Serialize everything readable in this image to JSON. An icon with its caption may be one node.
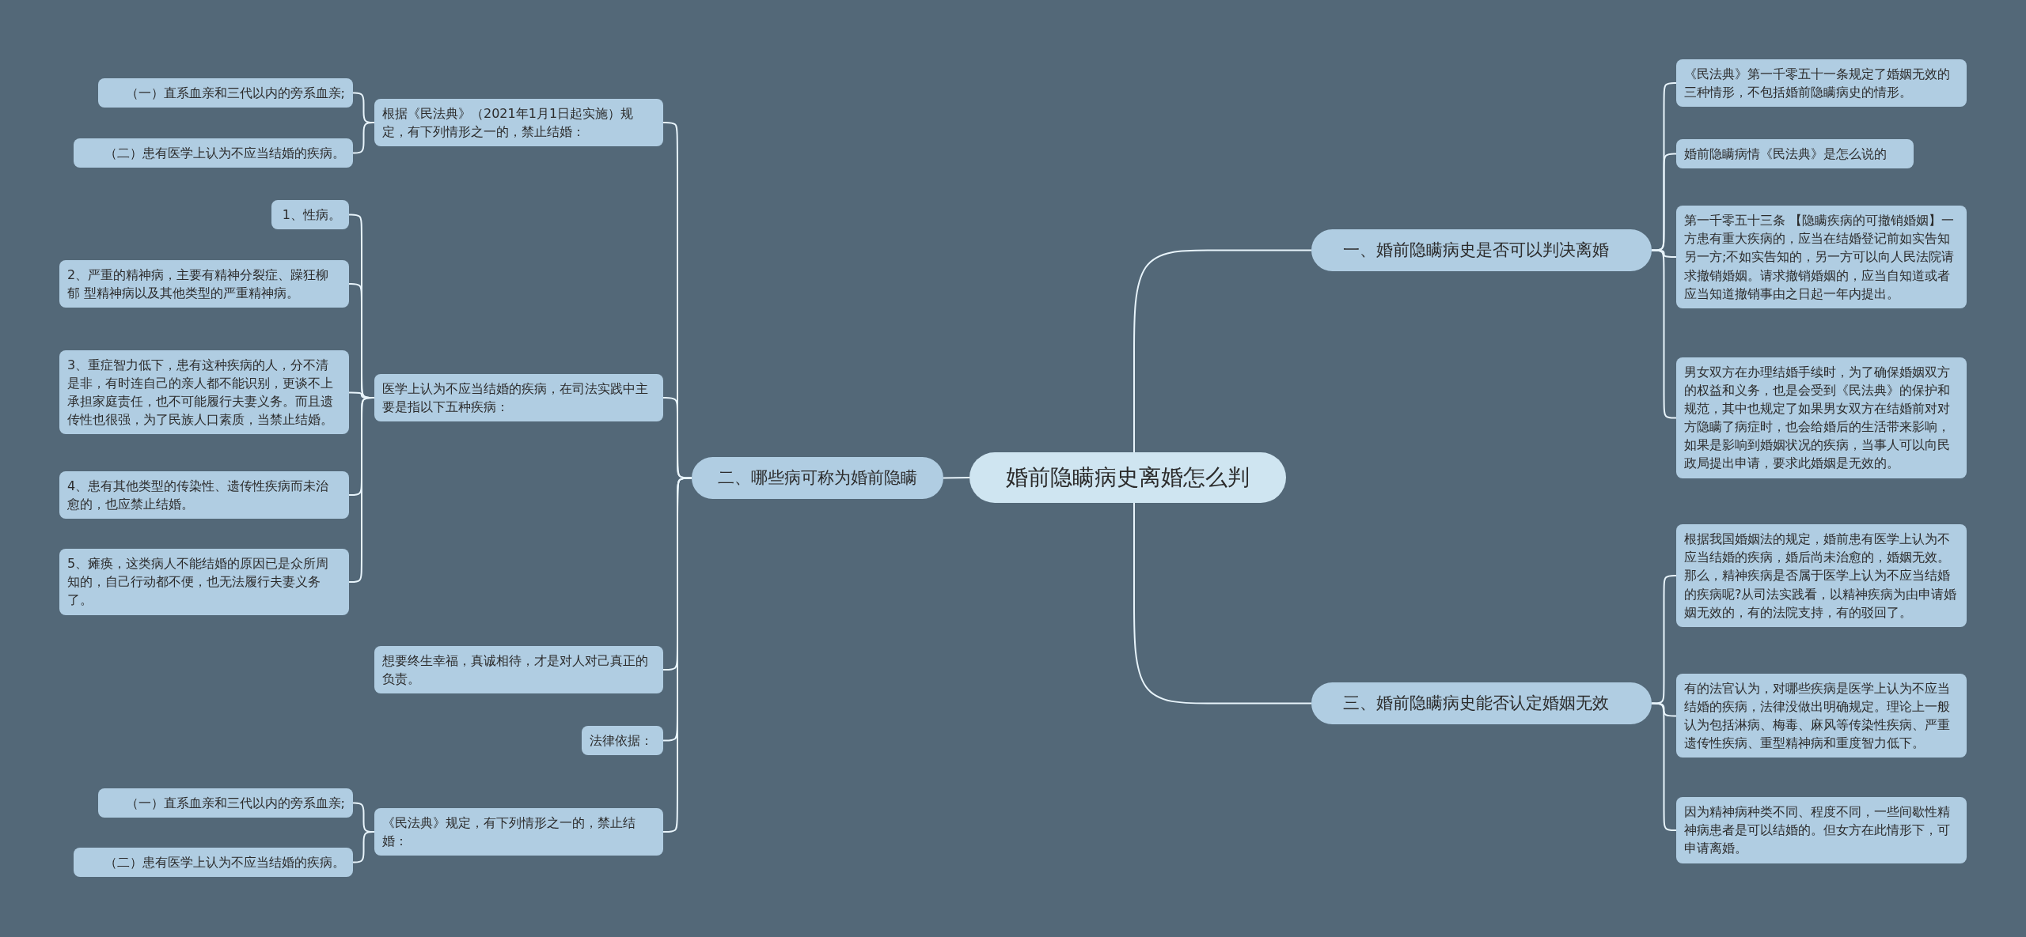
{
  "diagram": {
    "nodes": [
      {
        "text": [
          "婚前隐瞒病史离婚怎么判"
        ]
      },
      {
        "text": [
          "一、婚前隐瞒病史是否可以判决离婚"
        ]
      },
      {
        "text": [
          "《民法典》第一千零五十一条规定了婚姻无效的三种情形，不包括婚前隐瞒病史的情形。"
        ]
      },
      {
        "text": [
          "婚前隐瞒病情《民法典》是怎么说的"
        ]
      },
      {
        "text": [
          "第一千零五十三条 【隐瞒疾病的可撤销婚姻】一方患有重大疾病的，应当在结婚登记前如实告知另一方;不如实告知的，另一方可以向人民法院请求撤销婚姻。请求撤销婚姻的，应当自知道或者应当知道撤销事由之日起一年内提出。"
        ]
      },
      {
        "text": [
          "男女双方在办理结婚手续时，为了确保婚姻双方的权益和义务，也是会受到《民法典》的保护和规范，其中也规定了如果男女双方在结婚前对对方隐瞒了病症时，也会给婚后的生活带来影响，如果是影响到婚姻状况的疾病，当事人可以向民政局提出申请，要求此婚姻是无效的。"
        ]
      },
      {
        "text": [
          "三、婚前隐瞒病史能否认定婚姻无效"
        ]
      },
      {
        "text": [
          "根据我国婚姻法的规定，婚前患有医学上认为不应当结婚的疾病，婚后尚未治愈的，婚姻无效。那么，精神疾病是否属于医学上认为不应当结婚的疾病呢?从司法实践看，以精神疾病为由申请婚姻无效的，有的法院支持，有的驳回了。"
        ]
      },
      {
        "text": [
          "有的法官认为，对哪些疾病是医学上认为不应当结婚的疾病，法律没做出明确规定。理论上一般认为包括淋病、梅毒、麻风等传染性疾病、严重遗传性疾病、重型精神病和重度智力低下。"
        ]
      },
      {
        "text": [
          "因为精神病种类不同、程度不同，一些间歇性精神病患者是可以结婚的。但女方在此情形下，可申请离婚。"
        ]
      },
      {
        "text": [
          "二、哪些病可称为婚前隐瞒"
        ]
      },
      {
        "text": [
          "根据《民法典》（2021年1月1日起实施）规定，有下列情形之一的，禁止结婚："
        ]
      },
      {
        "text": [
          "（一）直系血亲和三代以内的旁系血亲;"
        ]
      },
      {
        "text": [
          "（二）患有医学上认为不应当结婚的疾病。"
        ]
      },
      {
        "text": [
          "医学上认为不应当结婚的疾病，在司法实践中主要是指以下五种疾病："
        ]
      },
      {
        "text": [
          "1、性病。"
        ]
      },
      {
        "text": [
          "2、严重的精神病，主要有精神分裂症、躁狂柳郁 型精神病以及其他类型的严重精神病。"
        ]
      },
      {
        "text": [
          "3、重症智力低下，患有这种疾病的人，分不清是非，有时连自己的亲人都不能识别，更谈不上承担家庭责任，也不可能履行夫妻义务。而且遗传性也很强，为了民族人口素质，当禁止结婚。"
        ]
      },
      {
        "text": [
          "4、患有其他类型的传染性、遗传性疾病而未治愈的，也应禁止结婚。"
        ]
      },
      {
        "text": [
          "5、瘫痪，这类病人不能结婚的原因已是众所周知的，自己行动都不便，也无法履行夫妻义务了。"
        ]
      },
      {
        "text": [
          "想要终生幸福，真诚相待，才是对人对己真正的负责。"
        ]
      },
      {
        "text": [
          "法律依据："
        ]
      },
      {
        "text": [
          "《民法典》规定，有下列情形之一的，禁止结婚："
        ]
      },
      {
        "text": [
          "（一）直系血亲和三代以内的旁系血亲;"
        ]
      },
      {
        "text": [
          "（二）患有医学上认为不应当结婚的疾病。"
        ]
      }
    ],
    "edges": [
      {
        "from": 0,
        "to": 1,
        "arrow": "none"
      },
      {
        "from": 1,
        "to": 2,
        "arrow": "none"
      },
      {
        "from": 1,
        "to": 3,
        "arrow": "none"
      },
      {
        "from": 1,
        "to": 4,
        "arrow": "none"
      },
      {
        "from": 1,
        "to": 5,
        "arrow": "none"
      },
      {
        "from": 0,
        "to": 6,
        "arrow": "none"
      },
      {
        "from": 6,
        "to": 7,
        "arrow": "none"
      },
      {
        "from": 6,
        "to": 8,
        "arrow": "none"
      },
      {
        "from": 6,
        "to": 9,
        "arrow": "none"
      },
      {
        "from": 0,
        "to": 10,
        "arrow": "none"
      },
      {
        "from": 10,
        "to": 11,
        "arrow": "none"
      },
      {
        "from": 11,
        "to": 12,
        "arrow": "none"
      },
      {
        "from": 11,
        "to": 13,
        "arrow": "none"
      },
      {
        "from": 10,
        "to": 14,
        "arrow": "none"
      },
      {
        "from": 14,
        "to": 15,
        "arrow": "none"
      },
      {
        "from": 14,
        "to": 16,
        "arrow": "none"
      },
      {
        "from": 14,
        "to": 17,
        "arrow": "none"
      },
      {
        "from": 14,
        "to": 18,
        "arrow": "none"
      },
      {
        "from": 14,
        "to": 19,
        "arrow": "none"
      },
      {
        "from": 10,
        "to": 20,
        "arrow": "none"
      },
      {
        "from": 10,
        "to": 21,
        "arrow": "none"
      },
      {
        "from": 10,
        "to": 22,
        "arrow": "none"
      },
      {
        "from": 22,
        "to": 23,
        "arrow": "none"
      },
      {
        "from": 22,
        "to": 24,
        "arrow": "none"
      }
    ]
  }
}
